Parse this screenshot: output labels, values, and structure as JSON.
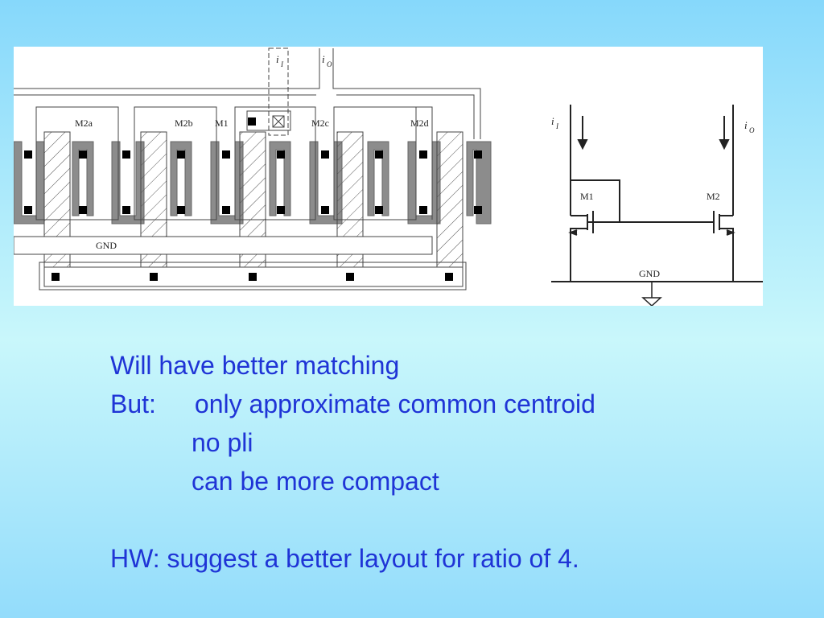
{
  "layout_diagram": {
    "labels": {
      "input_current": "i",
      "input_current_sub": "I",
      "output_current": "i",
      "output_current_sub": "O",
      "m2a": "M2a",
      "m2b": "M2b",
      "m1": "M1",
      "m2c": "M2c",
      "m2d": "M2d",
      "gnd": "GND"
    }
  },
  "schematic": {
    "labels": {
      "input_current": "i",
      "input_current_sub": "I",
      "output_current": "i",
      "output_current_sub": "O",
      "m1": "M1",
      "m2": "M2",
      "gnd": "GND"
    }
  },
  "text": {
    "line1": "Will have better matching",
    "line2_prefix": "But:",
    "line2_rest": "only approximate common centroid",
    "line3": "no pli",
    "line4": "can be more compact",
    "line5": "HW: suggest a better layout for ratio of 4."
  },
  "colors": {
    "text": "#1f34d6",
    "metal": "#8a8a8a",
    "background_top": "#86d8fb",
    "background_mid": "#c9f7fb"
  }
}
